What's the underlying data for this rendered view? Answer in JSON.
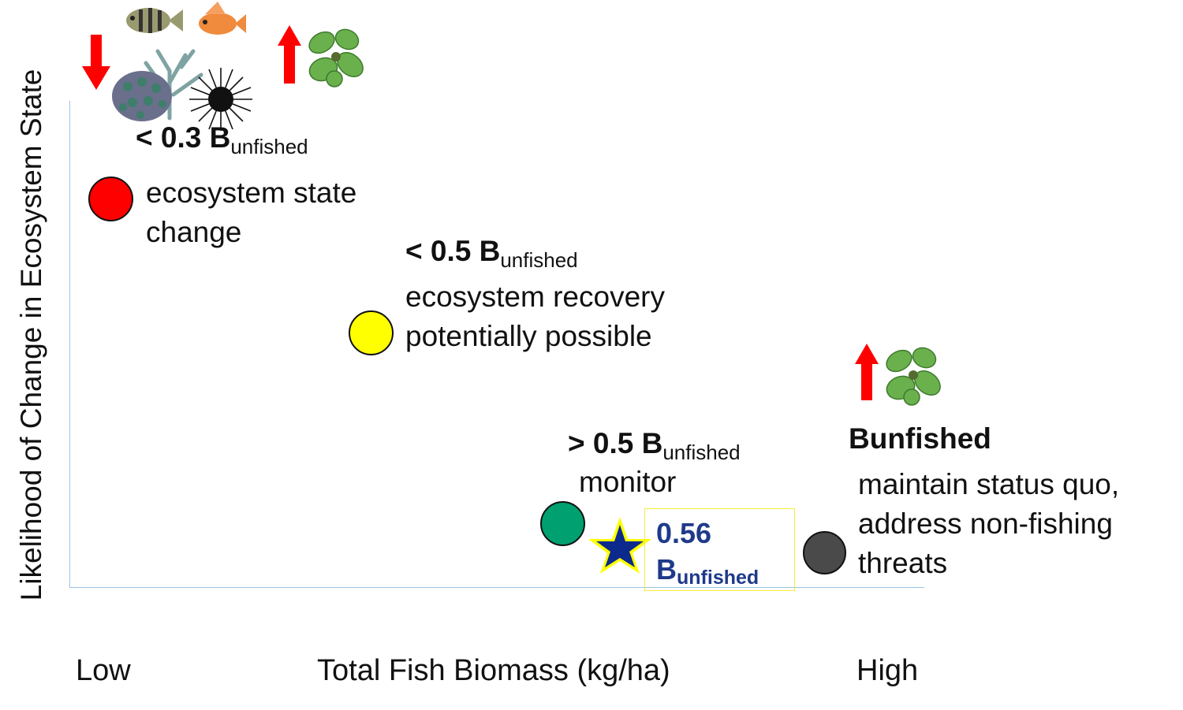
{
  "axes": {
    "y_label": "Likelihood of Change in Ecosystem State",
    "x_label": "Total Fish Biomass (kg/ha)",
    "x_low": "Low",
    "x_high": "High"
  },
  "thresholds": [
    {
      "prefix": "< 0.3 B",
      "sub": "unfished",
      "description_lines": [
        "ecosystem state",
        "change"
      ],
      "color": "#ff0000"
    },
    {
      "prefix": "< 0.5 B",
      "sub": "unfished",
      "description_lines": [
        "ecosystem recovery",
        "potentially possible"
      ],
      "color": "#ffff00"
    },
    {
      "prefix": "> 0.5 B",
      "sub": "unfished",
      "description_lines": [
        "monitor"
      ],
      "color": "#00a070"
    },
    {
      "prefix": "Bunfished",
      "sub": "",
      "description_lines": [
        "maintain status quo,",
        "address non-fishing",
        "threats"
      ],
      "color": "#4a4a4a"
    }
  ],
  "current_status": {
    "value": "0.56",
    "label": "B",
    "sub": "unfished",
    "star_color": "#0b2a8c",
    "star_outline": "#ffff00"
  },
  "icons": {
    "left_group": [
      "red-down-arrow-icon",
      "fish-icon",
      "fish-icon",
      "coral-icon",
      "sea-urchin-icon"
    ],
    "top_algae": [
      "red-up-arrow-icon",
      "algae-icon"
    ],
    "right_algae": [
      "red-up-arrow-icon",
      "algae-icon"
    ]
  },
  "colors": {
    "arrow": "#ff0000",
    "axis": "#9dc3e6",
    "star_text": "#1f3a8a"
  }
}
